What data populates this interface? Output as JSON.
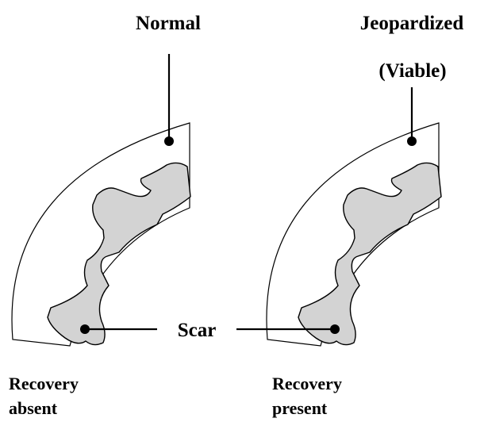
{
  "labels": {
    "normal": "Normal",
    "jeopardized": "Jeopardized",
    "viable": "(Viable)",
    "scar": "Scar",
    "left_recovery_line1": "Recovery",
    "left_recovery_line2": "absent",
    "right_recovery_line1": "Recovery",
    "right_recovery_line2": "present"
  },
  "colors": {
    "scar_fill": "#d3d3d3",
    "outline": "#000000",
    "background": "#ffffff"
  }
}
